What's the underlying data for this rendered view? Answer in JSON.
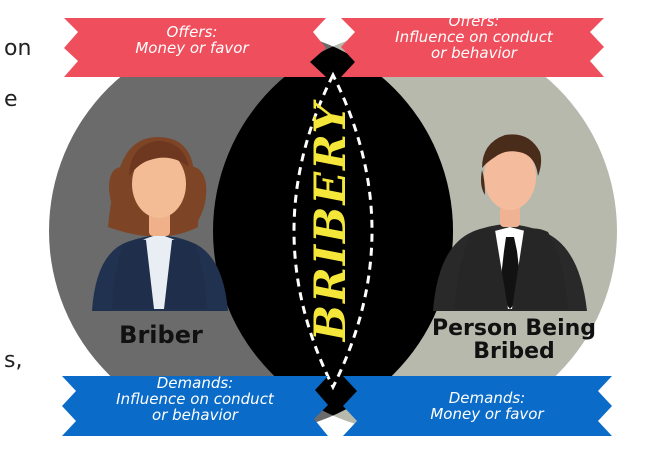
{
  "left_edge": {
    "line1": "on",
    "line2": "e",
    "line3": "s,"
  },
  "banners": {
    "top_left": {
      "title": "Offers:",
      "line1": "Money or favor"
    },
    "top_right": {
      "title": "Offers:",
      "line1": "Influence on conduct",
      "line2": "or behavior"
    },
    "bottom_left": {
      "title": "Demands:",
      "line1": "Influence on conduct",
      "line2": "or behavior"
    },
    "bottom_right": {
      "title": "Demands:",
      "line1": "Money or favor"
    }
  },
  "center": {
    "label": "BRIBERY"
  },
  "roles": {
    "left": "Briber",
    "right_line1": "Person Being",
    "right_line2": "Bribed"
  },
  "colors": {
    "left_circle": "#6b6b6b",
    "right_circle": "#b7b9ad",
    "overlap": "#000000",
    "red_banner": "#ef4f5d",
    "blue_banner": "#0a6cc8",
    "center_text": "#f4e73a"
  }
}
